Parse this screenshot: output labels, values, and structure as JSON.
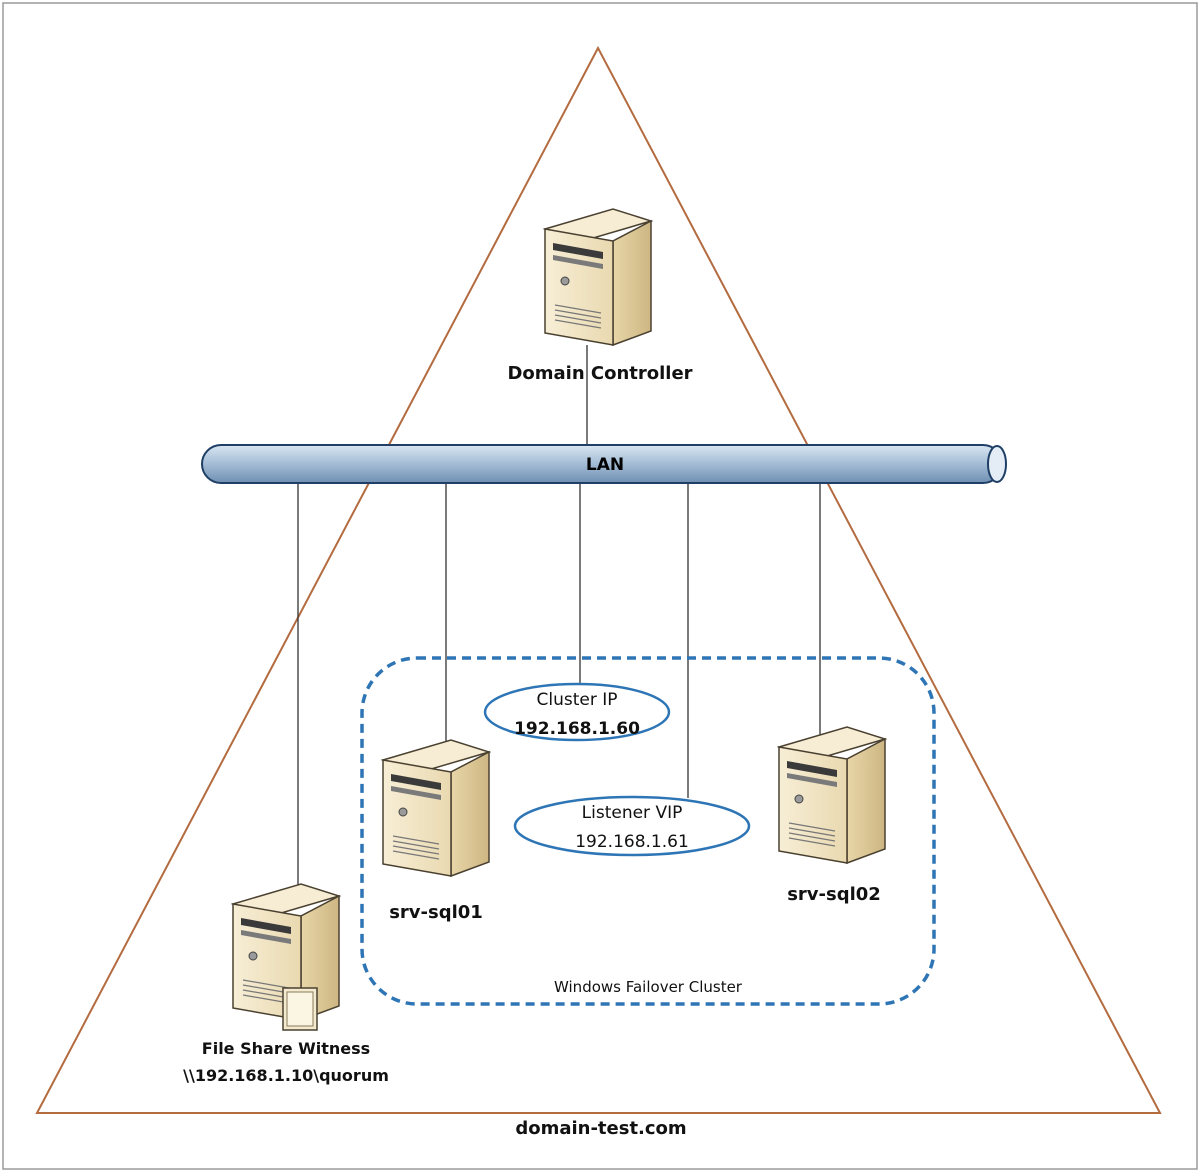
{
  "network": {
    "lan_label": "LAN",
    "domain_label": "domain-test.com"
  },
  "nodes": {
    "domain_controller": {
      "label": "Domain Controller"
    },
    "sql01": {
      "label": "srv-sql01"
    },
    "sql02": {
      "label": "srv-sql02"
    },
    "file_share_witness": {
      "label": "File Share Witness",
      "path": "\\\\192.168.1.10\\quorum"
    }
  },
  "cluster": {
    "label": "Windows Failover Cluster",
    "cluster_ip": {
      "title": "Cluster IP",
      "address": "192.168.1.60"
    },
    "listener_vip": {
      "title": "Listener VIP",
      "address": "192.168.1.61"
    }
  },
  "colors": {
    "triangle": "#b36b3f",
    "lan_pipe_fill": "#a8c0d8",
    "lan_pipe_stroke": "#1f3f66",
    "cluster_border": "#2e75b6",
    "ellipse_stroke": "#2e75b6",
    "server_body": "#f3e7c9",
    "server_side": "#d8c59a"
  },
  "icons": {
    "server": "server-tower-icon",
    "witness": "file-share-server-icon"
  }
}
